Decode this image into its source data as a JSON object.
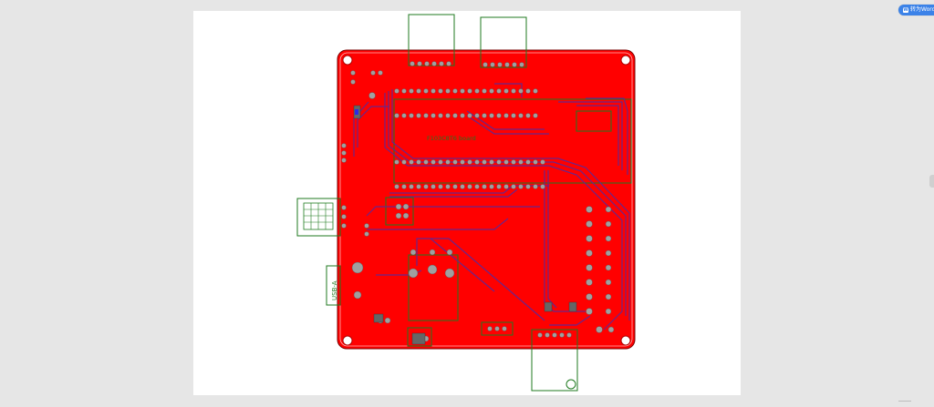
{
  "toolbar": {
    "word_button_label": "转为Word"
  },
  "board": {
    "mcu_label": "F103C8T6 board",
    "usb_label": "USB-A",
    "board_color": "#ff0000",
    "trace_color": "#5a2a9a",
    "outline_color": "#1f7a1f",
    "pad_color": "#a0a0a0"
  }
}
